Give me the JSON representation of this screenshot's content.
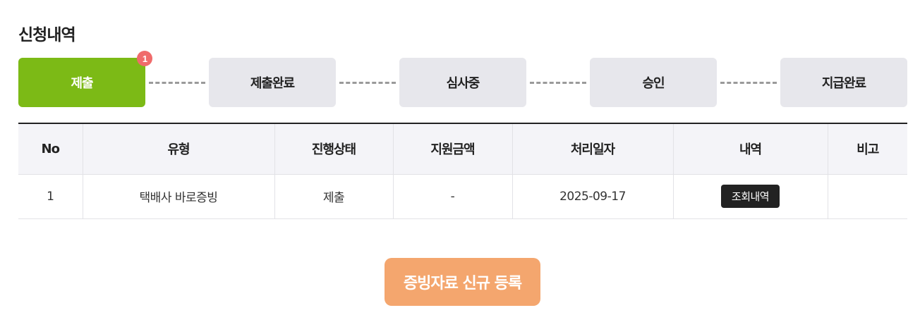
{
  "page": {
    "title": "신청내역"
  },
  "steps": [
    {
      "label": "제출",
      "active": true,
      "badge": "1"
    },
    {
      "label": "제출완료",
      "active": false
    },
    {
      "label": "심사중",
      "active": false
    },
    {
      "label": "승인",
      "active": false
    },
    {
      "label": "지급완료",
      "active": false
    }
  ],
  "colors": {
    "active_step": "#7cba16",
    "inactive_step": "#e7e7ec",
    "badge": "#f06b6b",
    "register_button": "#f4a66e"
  },
  "table": {
    "headers": [
      "No",
      "유형",
      "진행상태",
      "지원금액",
      "처리일자",
      "내역",
      "비고"
    ],
    "rows": [
      {
        "no": "1",
        "type": "택배사 바로증빙",
        "status": "제출",
        "amount": "-",
        "date": "2025-09-17",
        "detail_button": "조회내역",
        "note": ""
      }
    ]
  },
  "actions": {
    "register_label": "증빙자료 신규 등록"
  }
}
